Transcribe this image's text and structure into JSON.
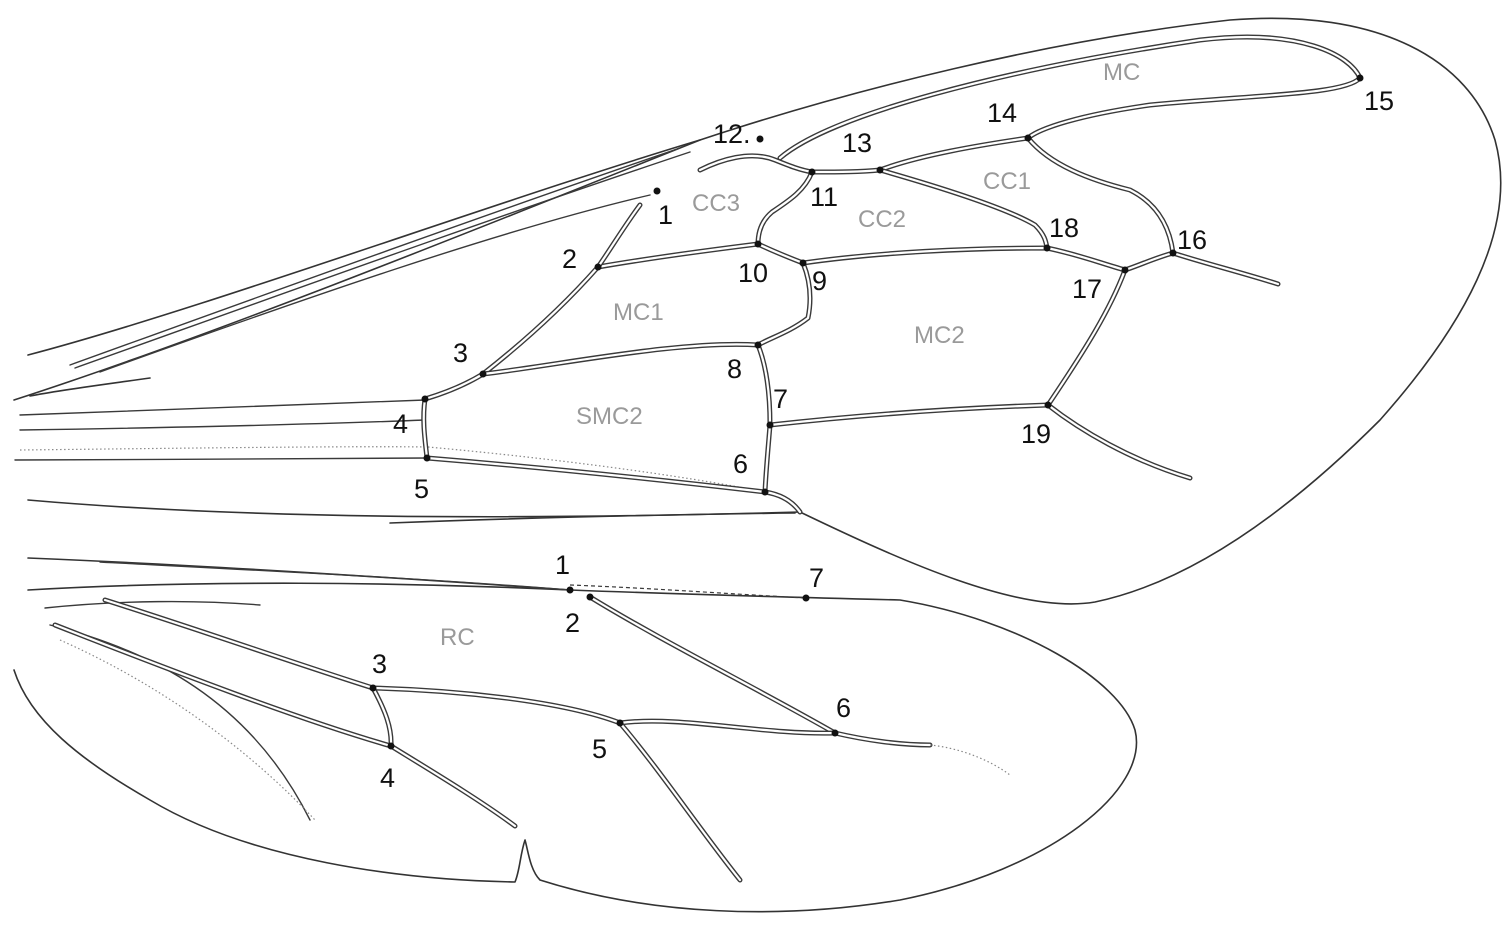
{
  "colors": {
    "vein": "#3a3a3a",
    "landmark": "#111111",
    "cell_label": "#9a9a9a",
    "background": "#ffffff"
  },
  "forewing": {
    "landmarks": [
      "1",
      "2",
      "3",
      "4",
      "5",
      "6",
      "7",
      "8",
      "9",
      "10",
      "11",
      "12.",
      "13",
      "14",
      "15",
      "16",
      "17",
      "18",
      "19"
    ],
    "cells": [
      "MC",
      "CC1",
      "CC2",
      "CC3",
      "MC1",
      "MC2",
      "SMC2"
    ]
  },
  "hindwing": {
    "landmarks": [
      "1",
      "2",
      "3",
      "4",
      "5",
      "6",
      "7"
    ],
    "cells": [
      "RC"
    ]
  }
}
